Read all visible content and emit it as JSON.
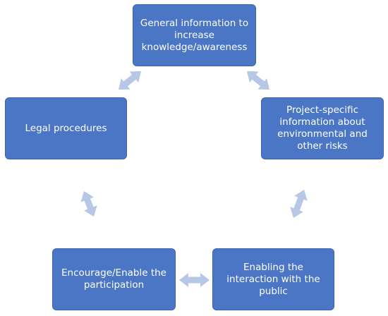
{
  "colors": {
    "node_fill": "#4a76c5",
    "node_border": "#3a63ad",
    "node_text": "#ffffff",
    "arrow": "#b7c7e6"
  },
  "nodes": {
    "general": "General information to increase knowledge/awareness",
    "legal": "Legal procedures",
    "project": "Project-specific information about environmental and other risks",
    "encourage": "Encourage/Enable the participation",
    "enabling": "Enabling the interaction with the public"
  }
}
